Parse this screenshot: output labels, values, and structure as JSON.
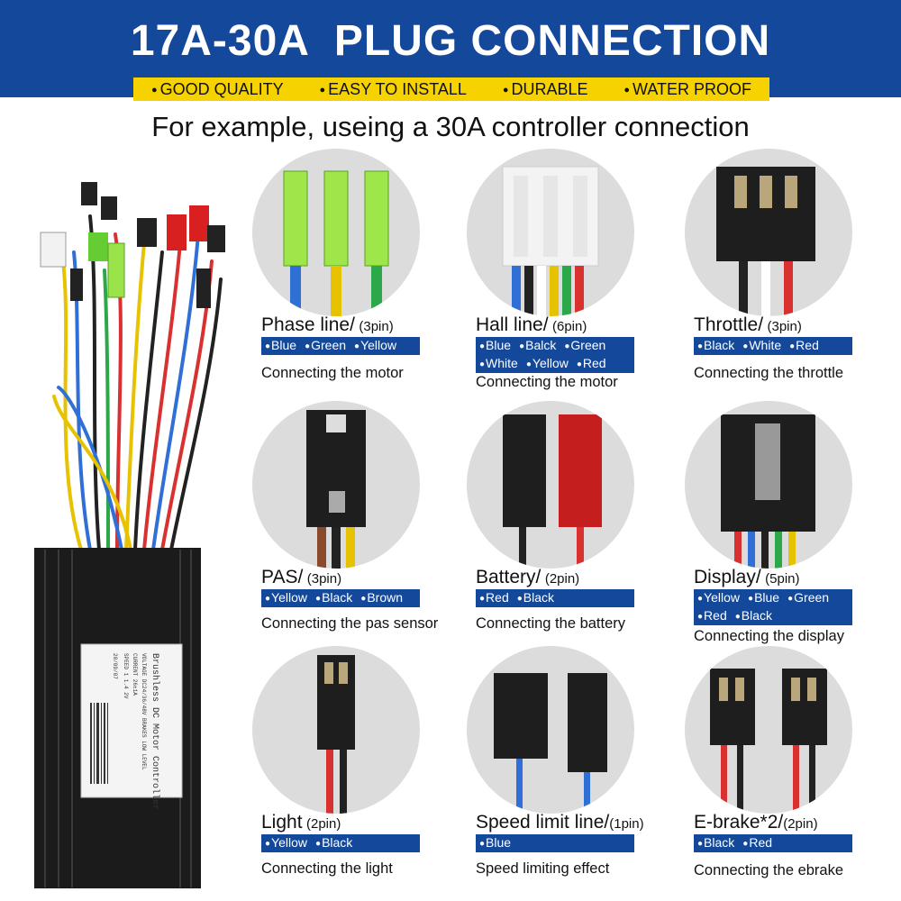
{
  "header": {
    "title": "17A-30A  PLUG CONNECTION",
    "features": [
      "GOOD QUALITY",
      "EASY TO INSTALL",
      "DURABLE",
      "WATER PROOF"
    ]
  },
  "subtitle": "For example, useing a 30A controller connection",
  "controller_label": {
    "line1": "Brushless DC Motor Controller",
    "line2": "VOLTAGE DC24/36/48V  BRAKES LOW LEVEL",
    "line3": "CURRENT 26±1A",
    "line4": "SPEED 1 1.4 2V",
    "line5": "20/09/07"
  },
  "connectors": [
    {
      "name": "Phase line/",
      "pin": "(3pin)",
      "colors": [
        [
          "Blue",
          "Green",
          "Yellow"
        ]
      ],
      "desc": "Connecting the motor"
    },
    {
      "name": "Hall line/",
      "pin": "(6pin)",
      "colors": [
        [
          "Blue",
          "Balck",
          "Green"
        ],
        [
          "White",
          "Yellow",
          "Red"
        ]
      ],
      "desc": "Connecting the motor"
    },
    {
      "name": "Throttle/",
      "pin": "(3pin)",
      "colors": [
        [
          "Black",
          "White",
          "Red"
        ]
      ],
      "desc": "Connecting the throttle"
    },
    {
      "name": "PAS/",
      "pin": "(3pin)",
      "colors": [
        [
          "Yellow",
          "Black",
          "Brown"
        ]
      ],
      "desc": "Connecting the pas sensor"
    },
    {
      "name": "Battery/",
      "pin": "(2pin)",
      "colors": [
        [
          "Red",
          "Black"
        ]
      ],
      "desc": "Connecting the battery"
    },
    {
      "name": "Display/",
      "pin": "(5pin)",
      "colors": [
        [
          "Yellow",
          "Blue",
          "Green"
        ],
        [
          "Red",
          "Black"
        ]
      ],
      "desc": "Connecting the display"
    },
    {
      "name": "Light",
      "pin": "(2pin)",
      "colors": [
        [
          "Yellow",
          "Black"
        ]
      ],
      "desc": "Connecting the light"
    },
    {
      "name": "Speed limit line/",
      "pin": "(1pin)",
      "colors": [
        [
          "Blue"
        ]
      ],
      "desc": "Speed limiting effect"
    },
    {
      "name": "E-brake*2/",
      "pin": "(2pin)",
      "colors": [
        [
          "Black",
          "Red"
        ]
      ],
      "desc": "Connecting the ebrake"
    }
  ],
  "colors": {
    "header_blue": "#13489a",
    "banner_yellow": "#f6d200"
  }
}
